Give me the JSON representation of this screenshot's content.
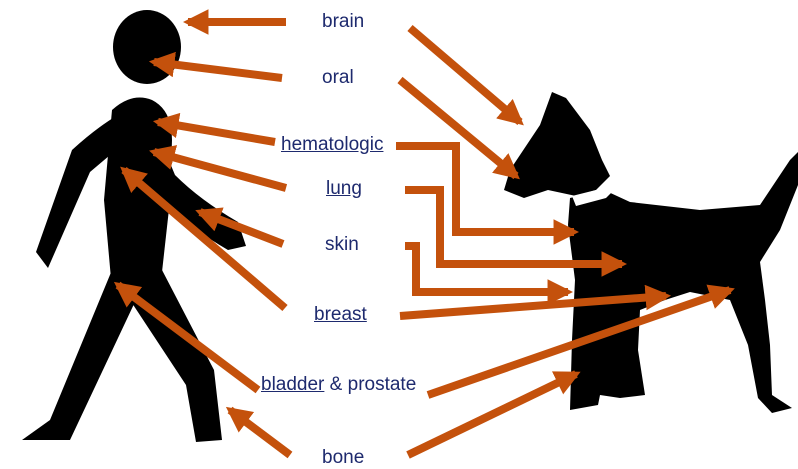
{
  "colors": {
    "arrow": "#c4510c",
    "silhouette": "#000000",
    "label_text": "#1e2a6e",
    "background": "#ffffff"
  },
  "labels": {
    "brain": "brain",
    "oral": "oral",
    "hematologic": "hematologic",
    "lung": "lung",
    "skin": "skin",
    "breast": "breast",
    "bladder": "bladder",
    "bladder_suffix": " & prostate",
    "bone": "bone"
  },
  "links": [
    "hematologic",
    "lung",
    "breast",
    "bladder"
  ]
}
